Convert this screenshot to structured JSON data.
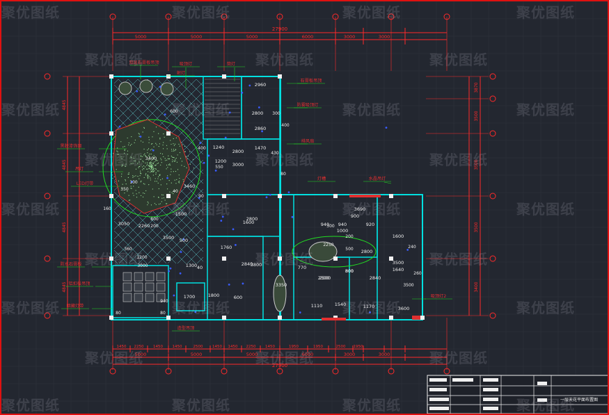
{
  "colors": {
    "background": "#232730",
    "frame": "#e01010",
    "dimension": "#ff2a2a",
    "wall": "#00e0e0",
    "label": "#e03030",
    "annotation": "#22dd22",
    "white": "#f0f0f0",
    "grid_line": "#2e333d"
  },
  "watermark": "聚优图纸",
  "top_dims": {
    "overall": "27900",
    "segments": [
      "5000",
      "5000",
      "5000",
      "6000",
      "3000",
      "3000"
    ]
  },
  "bottom_dims": {
    "overall": "27900",
    "segments": [
      "5000",
      "5000",
      "5000",
      "6000",
      "3000",
      "3000"
    ],
    "fine": [
      "1450",
      "2250",
      "1450",
      "1450",
      "2500",
      "1450",
      "1450",
      "2250",
      "1450",
      "1950",
      "1950",
      "2500",
      "1950"
    ]
  },
  "left_dims": {
    "segments": [
      "4845",
      "4845",
      "4845",
      "4845"
    ]
  },
  "right_dims": {
    "segments": [
      "3870",
      "3500",
      "3500",
      "3500",
      "3400"
    ]
  },
  "room_labels": [
    "2960",
    "2800",
    "2860",
    "1470",
    "2800",
    "1240",
    "1200",
    "3000",
    "1600",
    "1760",
    "3690",
    "900",
    "940",
    "940",
    "920",
    "2800",
    "1000",
    "3800",
    "2500",
    "3350",
    "1300",
    "40",
    "1800",
    "1700",
    "600",
    "1170",
    "3600",
    "3500",
    "1640",
    "1600",
    "1540",
    "2840",
    "2500",
    "2260",
    "1500",
    "3500",
    "3050",
    "770",
    "800",
    "500",
    "1110",
    "2800",
    "3460",
    "3400",
    "2840"
  ],
  "small_dims": [
    "600",
    "400",
    "300",
    "400",
    "430",
    "550",
    "80",
    "40",
    "100",
    "350",
    "160",
    "90",
    "800",
    "200",
    "500",
    "2250",
    "200",
    "300",
    "360",
    "1200",
    "3000",
    "80",
    "80",
    "940",
    "300",
    "240",
    "3500",
    "260"
  ],
  "callouts": [
    "双层石膏板吊顶",
    "吸顶灯",
    "筒灯",
    "射灯",
    "石膏板吊顶",
    "防雾吸顶灯",
    "排风扇",
    "黑胶漆饰面",
    "吊灯",
    "LED灯带",
    "防水石膏板",
    "铝扣板吊顶",
    "暗藏灯带",
    "造型吊顶",
    "灯槽",
    "水晶吊灯",
    "吸顶灯2"
  ],
  "title_block": {
    "drawing_title": "一层天花平面布置图"
  }
}
